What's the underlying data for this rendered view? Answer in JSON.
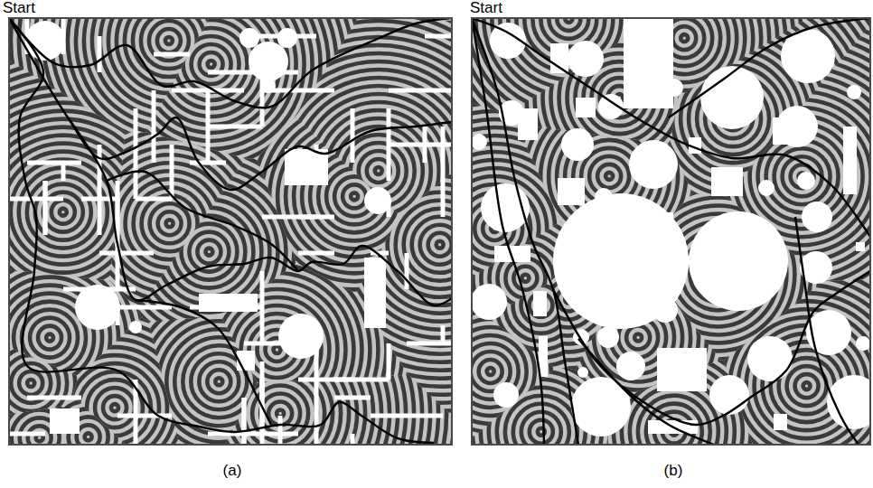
{
  "diagram": {
    "labels": [
      "Start",
      "(a)",
      "Start",
      "(b)"
    ]
  }
}
